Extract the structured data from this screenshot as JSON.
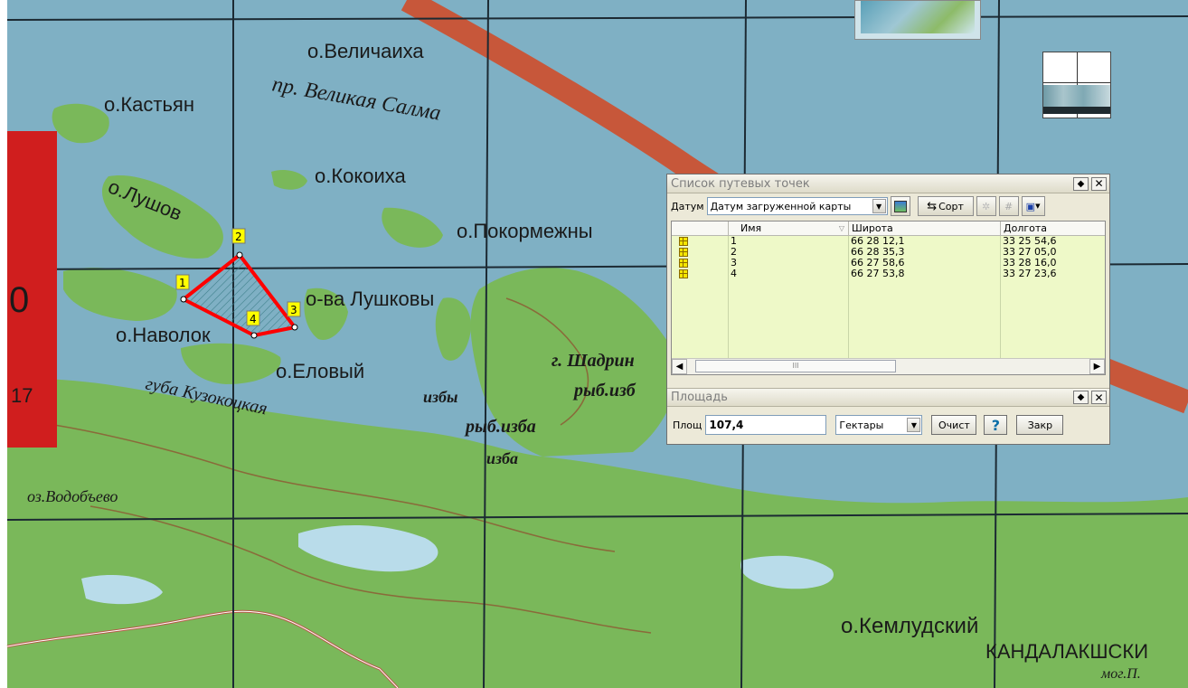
{
  "map": {
    "labels": {
      "velichaikha": "о.Величаиха",
      "kastyan": "о.Кастьян",
      "strait": "пр. Великая Салма",
      "kokoikha": "о.Кокоиха",
      "lushov": "о.Лушов",
      "pokormezhny": "о.Покормежны",
      "lushkovy": "о-ва Лушковы",
      "navolok": "о.Наволок",
      "yelovy": "о.Еловый",
      "shadrin": "г. Шадрин",
      "ryb_izb1": "рыб.изб",
      "izby": "избы",
      "ryb_izba": "рыб.изба",
      "izba": "изба",
      "kuzokotsky": "губа Кузокоцкая",
      "vodobyevo": "оз.Водобъево",
      "kemludsky": "о.Кемлудский",
      "kandalaksha": "КАНДАЛАКШСКИ",
      "mog": "мог.П.",
      "red_num": "0",
      "red_year": "17"
    },
    "markers": [
      "1",
      "2",
      "3",
      "4"
    ]
  },
  "waypoints_window": {
    "title": "Список путевых точек",
    "datum_label": "Датум",
    "datum_value": "Датум загруженной карты",
    "sort_label": "Сорт",
    "columns": [
      "Имя",
      "Широта",
      "Долгота"
    ],
    "rows": [
      {
        "name": "1",
        "lat": "66 28 12,1",
        "lon": "33 25 54,6"
      },
      {
        "name": "2",
        "lat": "66 28 35,3",
        "lon": "33 27 05,0"
      },
      {
        "name": "3",
        "lat": "66 27 58,6",
        "lon": "33 28 16,0"
      },
      {
        "name": "4",
        "lat": "66 27 53,8",
        "lon": "33 27 23,6"
      }
    ],
    "scroll_grip": "III"
  },
  "area_panel": {
    "title": "Площадь",
    "area_label": "Площ",
    "area_value": "107,4",
    "unit_value": "Гектары",
    "clear_label": "Очист",
    "help_label": "?",
    "close_label": "Закр"
  },
  "colors": {
    "water": "#7fb0c4",
    "land": "#7cb85c",
    "polygon": "#ff0000",
    "marker": "#ffff00",
    "road": "#b85a4a",
    "grid_bg": "#eef9c8"
  }
}
